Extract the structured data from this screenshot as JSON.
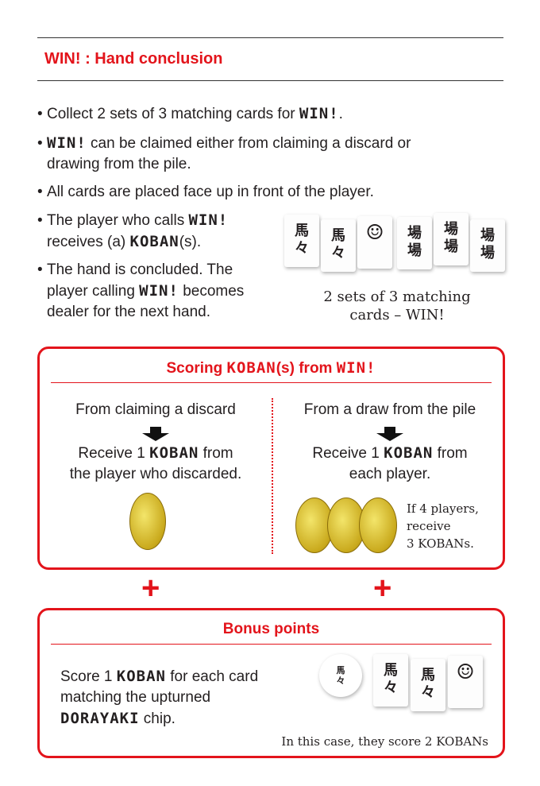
{
  "section_title": "WIN! : Hand conclusion",
  "bullets": {
    "b1": {
      "pre": "Collect 2 sets of 3 matching cards for ",
      "kw": "WIN!",
      "post": "."
    },
    "b2": {
      "kw": "WIN!",
      "line1": " can be claimed either from claiming a discard or",
      "line2": "drawing from the pile."
    },
    "b3": "All cards are placed face up in front of the player.",
    "b4": {
      "line1": "The player who calls ",
      "kw1": "WIN!",
      "line2a": "receives (a) ",
      "kw2": "KOBAN",
      "line2b": "(s)."
    },
    "b5": {
      "line1": "The hand is concluded. The",
      "line2a": "player calling ",
      "kw": "WIN!",
      "line2b": " becomes",
      "line3": "dealer for the next hand."
    }
  },
  "cards_caption": {
    "line1": "2 sets of 3 matching",
    "line2": "cards – WIN!"
  },
  "card_glyphs": {
    "uma": "馬",
    "repeat": "々",
    "ba": "場"
  },
  "scoring": {
    "title_pre": "Scoring ",
    "title_kw1": "KOBAN",
    "title_mid": "(s) from ",
    "title_kw2": "WIN!",
    "left": {
      "heading": "From claiming a discard",
      "line1a": "Receive 1 ",
      "kw": "KOBAN",
      "line1b": " from",
      "line2": "the player who discarded."
    },
    "right": {
      "heading": "From a draw from the pile",
      "line1a": "Receive 1 ",
      "kw": "KOBAN",
      "line1b": " from",
      "line2": "each player.",
      "note1": "If 4 players,",
      "note2": "receive",
      "note3": "3 KOBANs."
    }
  },
  "plus": "+",
  "bonus": {
    "title": "Bonus points",
    "line1a": "Score 1 ",
    "kw1": "KOBAN",
    "line1b": " for each card",
    "line2": "matching the upturned",
    "kw2": "DORAYAKI",
    "line3b": " chip.",
    "caption": "In this case, they score 2 KOBANs"
  },
  "colors": {
    "accent": "#e3141b"
  }
}
